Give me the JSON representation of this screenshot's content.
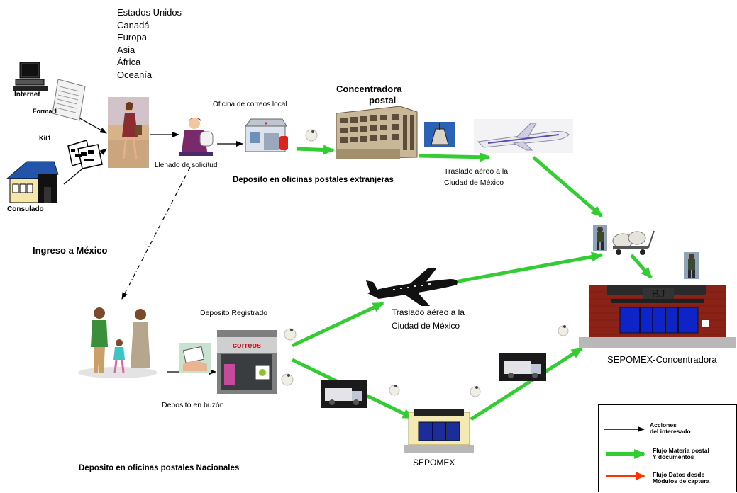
{
  "regions_list": [
    "Estados Unidos",
    "Canadá",
    "Europa",
    "Asia",
    "África",
    "Oceanía"
  ],
  "labels": {
    "internet": "Internet",
    "forma1": "Forma 1",
    "kit1": "Kit1",
    "consulado": "Consulado",
    "llenado": "Llenado de solicitud",
    "oficina_correos_local": "Oficina de correos local",
    "concentradora_postal_1": "Concentradora",
    "concentradora_postal_2": "postal",
    "deposito_extranjeras": "Deposito en oficinas postales extranjeras",
    "traslado_aereo_top_1": "Traslado aéreo a la",
    "traslado_aereo_top_2": "Ciudad de México",
    "ingreso_mexico": "Ingreso a México",
    "deposito_registrado": "Deposito Registrado",
    "traslado_aereo_mid_1": "Traslado aéreo a la",
    "traslado_aereo_mid_2": "Ciudad de México",
    "deposito_buzon": "Deposito en buzón",
    "sepomex": "SEPOMEX",
    "sepomex_concentradora": "SEPOMEX-Concentradora",
    "deposito_nacionales": "Deposito en oficinas postales Nacionales",
    "bj_sign": "BJ",
    "correos_sign": "correos"
  },
  "legend": {
    "acciones": "Acciones\ndel interesado",
    "flujo_materia": "Flujo Materia postal\nY documentos",
    "flujo_datos": "Flujo Datos desde\nMódulos de captura"
  },
  "colors": {
    "green_flow": "#33cc33",
    "red_flow": "#ff3300",
    "black_action": "#000000"
  }
}
